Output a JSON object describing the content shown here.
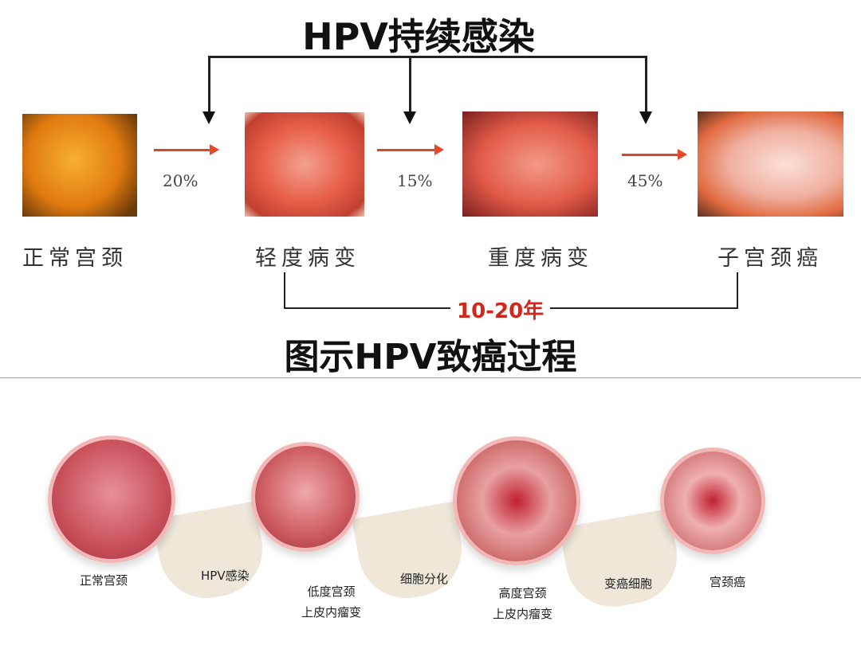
{
  "top_title": "HPV持续感染",
  "stages": [
    {
      "label": "正常宫颈"
    },
    {
      "label": "轻度病变"
    },
    {
      "label": "重度病变"
    },
    {
      "label": "子宫颈癌"
    }
  ],
  "progression_rates": [
    "20%",
    "15%",
    "45%"
  ],
  "duration_label": "10-20年",
  "section_title": "图示HPV致癌过程",
  "illustration": {
    "stages": [
      {
        "label_line1": "正常宫颈",
        "label_line2": ""
      },
      {
        "label_line1": "低度宫颈",
        "label_line2": "上皮内瘤变"
      },
      {
        "label_line1": "高度宫颈",
        "label_line2": "上皮内瘤变"
      },
      {
        "label_line1": "宫颈癌",
        "label_line2": ""
      }
    ],
    "transitions": [
      "HPV感染",
      "细胞分化",
      "变癌细胞"
    ]
  },
  "colors": {
    "accent_red": "#d9462a",
    "duration_red": "#d0281c"
  }
}
